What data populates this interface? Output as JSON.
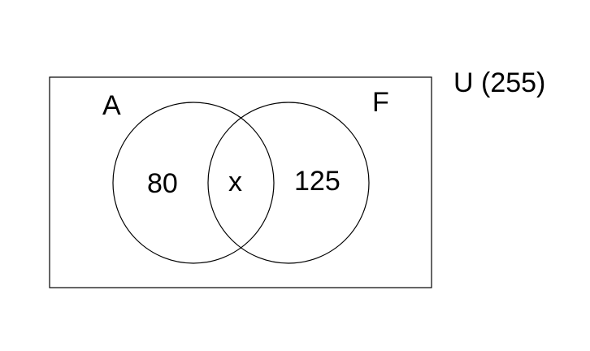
{
  "universe": {
    "label": "U (255)"
  },
  "sets": [
    {
      "label": "A",
      "region_value": "80"
    },
    {
      "label": "F",
      "region_value": "125"
    }
  ],
  "intersection": {
    "value": "x"
  },
  "colors": {
    "background": "#ffffff",
    "stroke": "#000000",
    "text": "#000000"
  }
}
